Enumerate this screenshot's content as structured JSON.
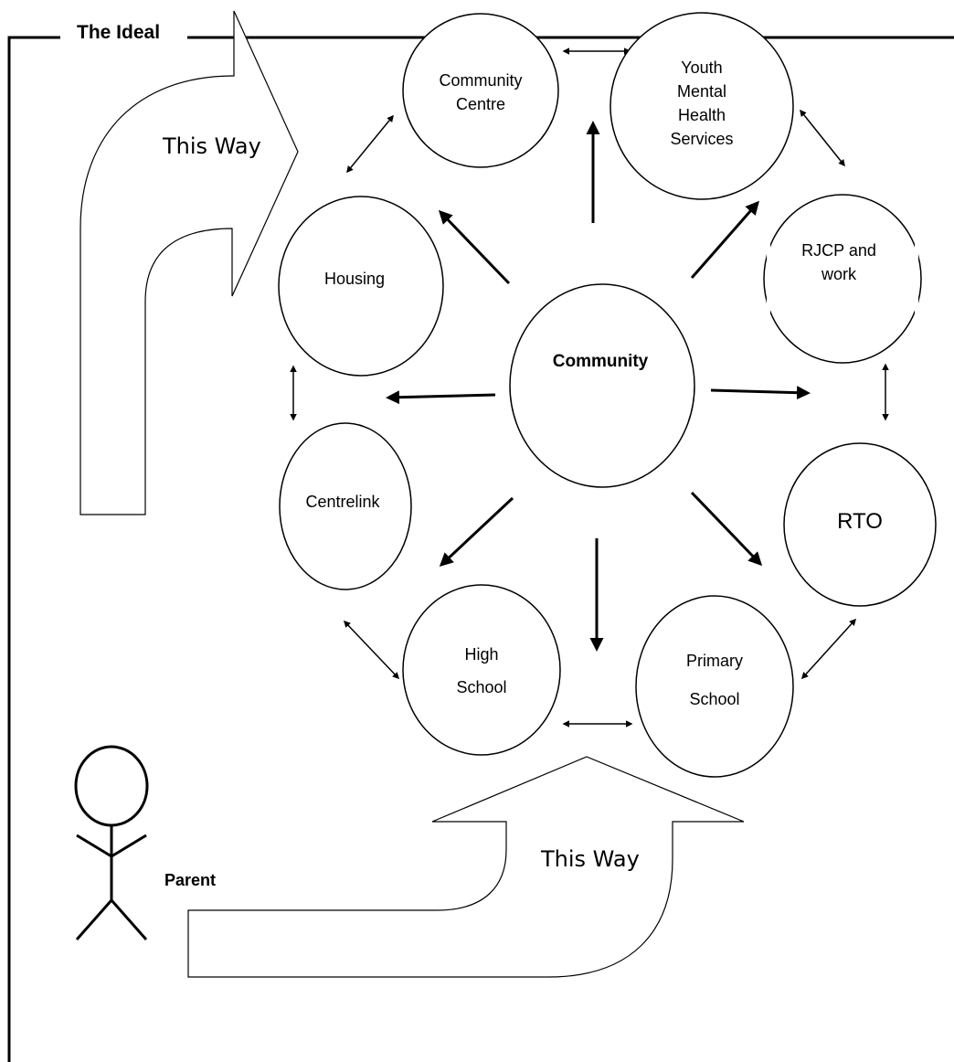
{
  "frame": {
    "title": "The Ideal"
  },
  "nodes": {
    "community_centre": [
      "Community",
      "Centre"
    ],
    "youth_mental_health": [
      "Youth",
      "Mental",
      "Health",
      "Services"
    ],
    "housing": [
      "Housing"
    ],
    "community": [
      "Community"
    ],
    "rjcp_work": [
      "RJCP and",
      "work"
    ],
    "centrelink": [
      "Centrelink"
    ],
    "rto": [
      "RTO"
    ],
    "high_school": [
      "High",
      "School"
    ],
    "primary_school": [
      "Primary",
      "School"
    ]
  },
  "pathways": {
    "top_left_label": "This Way",
    "bottom_label": "This Way"
  },
  "person": {
    "label": "Parent"
  }
}
